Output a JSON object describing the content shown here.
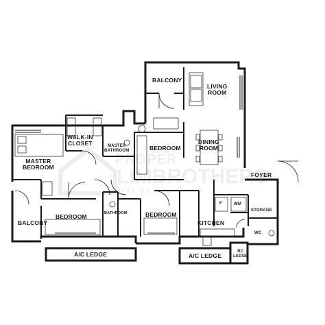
{
  "rooms": {
    "balcony_top": "BALCONY",
    "living_room": "LIVING\nROOM",
    "walk_in_closet": "WALK-IN\nCLOSET",
    "master_bathroom": "MASTER\nBATHROOM",
    "bedroom_center": "BEDROOM",
    "dining_room": "DINING\nROOM",
    "master_bedroom": "MASTER\nBEDROOM",
    "foyer": "FOYER",
    "balcony_left": "BALCONY",
    "bedroom_left": "BEDROOM",
    "bathroom": "BATHROOM",
    "bedroom_right": "BEDROOM",
    "kitchen": "KITCHEN",
    "storage": "STORAGE",
    "wc": "WC",
    "ac_ledge_left": "A/C LEDGE",
    "ac_ledge_right": "A/C LEDGE",
    "rc_ledge": "RC\nLEDGE",
    "fridge": "F",
    "washing_machine": "WM"
  },
  "watermark": {
    "line1": "PROPER",
    "line2": "LIMBROTHERS",
    "line3": "REAL ESTATE"
  },
  "colors": {
    "wall": "#1a1a1a",
    "fixture": "#333333",
    "background": "#ffffff"
  }
}
